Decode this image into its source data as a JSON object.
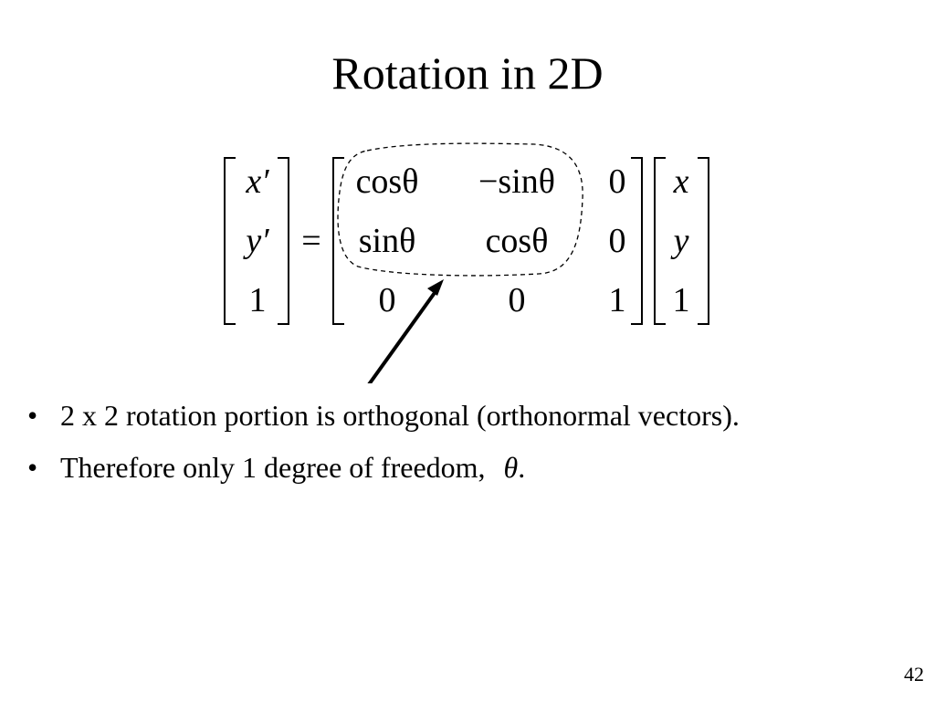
{
  "slide": {
    "title": "Rotation in 2D",
    "page_number": "42"
  },
  "equation": {
    "lhs": [
      "x′",
      "y′",
      "1"
    ],
    "equals": "=",
    "matrix": [
      [
        "cosθ",
        "−sinθ",
        "0"
      ],
      [
        "sinθ",
        "cosθ",
        "0"
      ],
      [
        "0",
        "0",
        "1"
      ]
    ],
    "rhs": [
      "x",
      "y",
      "1"
    ]
  },
  "bullets": [
    {
      "marker": "•",
      "text": "2 x 2 rotation portion is orthogonal (orthonormal vectors)."
    },
    {
      "marker": "•",
      "text": "Therefore only 1 degree of freedom,",
      "symbol": "θ",
      "suffix": "."
    }
  ]
}
